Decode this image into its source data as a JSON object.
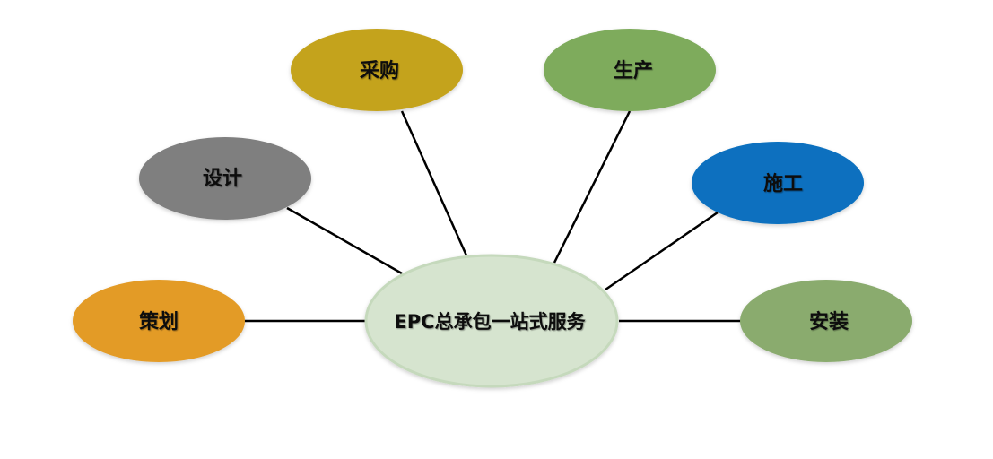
{
  "diagram": {
    "center": {
      "label": "EPC总承包一站式服务",
      "color": "#d6e4cf"
    },
    "nodes": [
      {
        "id": "cehua",
        "label": "策划",
        "color": "#e39b28"
      },
      {
        "id": "sheji",
        "label": "设计",
        "color": "#7f7f7f"
      },
      {
        "id": "caigou",
        "label": "采购",
        "color": "#c4a31f"
      },
      {
        "id": "shengchan",
        "label": "生产",
        "color": "#7eab5c"
      },
      {
        "id": "shigong",
        "label": "施工",
        "color": "#0770bf"
      },
      {
        "id": "anzhuang",
        "label": "安装",
        "color": "#8aab6e"
      }
    ],
    "connector_color": "#000000"
  }
}
